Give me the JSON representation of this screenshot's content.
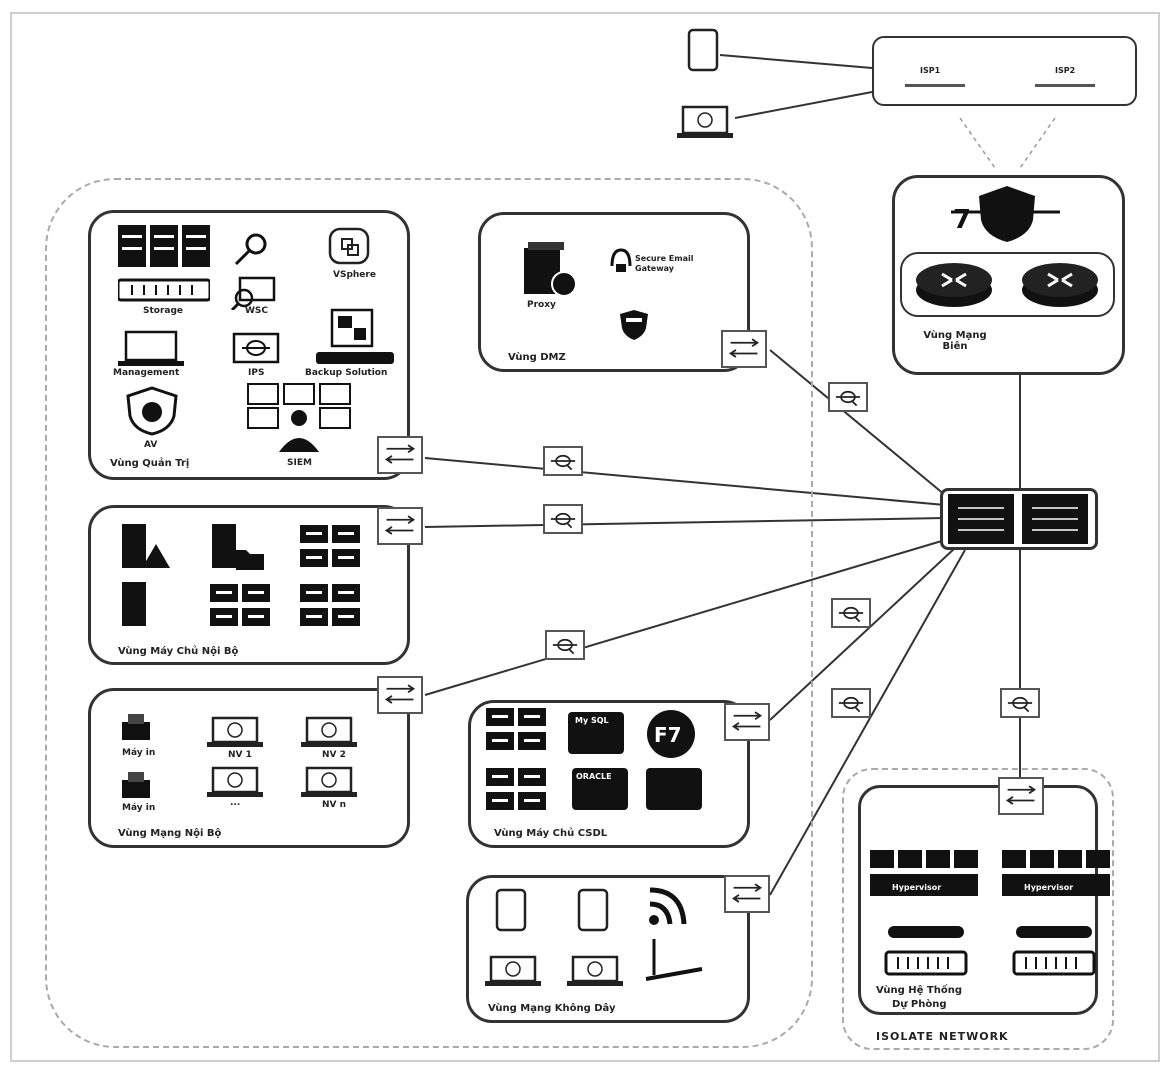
{
  "isp": {
    "isp1": "ISP1",
    "isp2": "ISP2"
  },
  "zones": {
    "quan_tri": {
      "title": "Vùng Quản Trị",
      "labels": {
        "storage": "Storage",
        "wsc": "WSC",
        "vsphere": "VSphere",
        "management": "Management",
        "ips": "IPS",
        "backup": "Backup Solution",
        "av": "AV",
        "siem": "SIEM"
      }
    },
    "dmz": {
      "title": "Vùng DMZ",
      "labels": {
        "proxy": "Proxy",
        "email_gateway": "Secure Email Gateway"
      }
    },
    "bien": {
      "title": "Vùng Mạng Biên"
    },
    "may_chu_noi_bo": {
      "title": "Vùng Máy Chủ Nội Bộ"
    },
    "mang_noi_bo": {
      "title": "Vùng Mạng Nội Bộ",
      "labels": {
        "printer1": "Máy in",
        "printer2": "Máy in",
        "nv1": "NV 1",
        "nv2": "NV 2",
        "nv_more": "...",
        "nvn": "NV n"
      }
    },
    "csdl": {
      "title": "Vùng Máy Chủ CSDL",
      "labels": {
        "mysql": "My SQL",
        "oracle": "ORACLE"
      }
    },
    "khong_day": {
      "title": "Vùng Mạng Không Dây"
    },
    "du_phong": {
      "title_line1": "Vùng Hệ Thống",
      "title_line2": "Dự Phòng",
      "labels": {
        "hypervisor1": "Hypervisor",
        "hypervisor2": "Hypervisor"
      }
    }
  },
  "isolate_label": "ISOLATE NETWORK"
}
